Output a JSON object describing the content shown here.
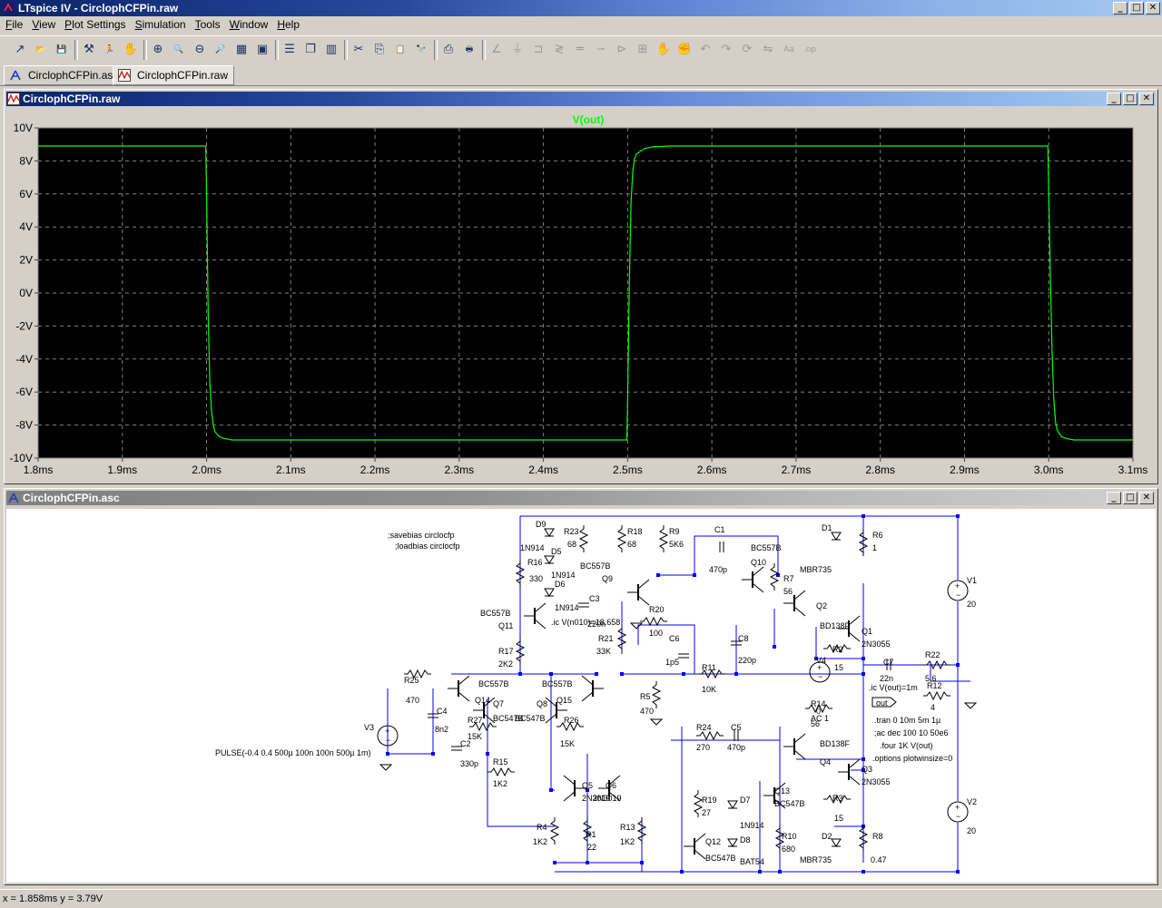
{
  "app": {
    "title": "LTspice IV - CirclophCFPin.raw"
  },
  "window_buttons": {
    "minimize": "_",
    "maximize": "□",
    "close": "✕"
  },
  "menu": [
    {
      "label": "File",
      "key": "F",
      "rest": "ile"
    },
    {
      "label": "View",
      "key": "V",
      "rest": "iew"
    },
    {
      "label": "Plot Settings",
      "key": "P",
      "rest": "lot Settings"
    },
    {
      "label": "Simulation",
      "key": "S",
      "rest": "imulation"
    },
    {
      "label": "Tools",
      "key": "T",
      "rest": "ools"
    },
    {
      "label": "Window",
      "key": "W",
      "rest": "indow"
    },
    {
      "label": "Help",
      "key": "H",
      "rest": "elp"
    }
  ],
  "toolbar_icons": [
    "new-schematic-icon",
    "open-icon",
    "save-icon",
    "control-panel-icon",
    "run-icon",
    "halt-icon",
    "zoom-in-icon",
    "zoom-pan-icon",
    "zoom-out-icon",
    "zoom-fit-icon",
    "autoscale-icon",
    "zoom-extents-icon",
    "tile-horizontal-icon",
    "cascade-icon",
    "tile-vertical-icon",
    "cut-icon",
    "copy-icon",
    "paste-icon",
    "find-icon",
    "print-setup-icon",
    "print-icon",
    "wire-icon",
    "ground-icon",
    "label-icon",
    "resistor-icon",
    "capacitor-icon",
    "inductor-icon",
    "diode-icon",
    "component-icon",
    "move-icon",
    "drag-icon",
    "undo-icon",
    "redo-icon",
    "rotate-icon",
    "mirror-icon",
    "text-icon",
    "spice-directive-icon"
  ],
  "tabs": [
    {
      "label": "CirclophCFPin.asc",
      "icon": "schematic-icon"
    },
    {
      "label": "CirclophCFPin.raw",
      "icon": "waveform-icon"
    }
  ],
  "waveform_window": {
    "title": "CirclophCFPin.raw"
  },
  "schematic_window": {
    "title": "CirclophCFPin.asc"
  },
  "chart_data": {
    "type": "line",
    "title": "V(out)",
    "xlabel": "",
    "ylabel": "",
    "xlim": [
      1.8,
      3.1
    ],
    "ylim": [
      -10,
      10
    ],
    "x_ticks": [
      "1.8ms",
      "1.9ms",
      "2.0ms",
      "2.1ms",
      "2.2ms",
      "2.3ms",
      "2.4ms",
      "2.5ms",
      "2.6ms",
      "2.7ms",
      "2.8ms",
      "2.9ms",
      "3.0ms",
      "3.1ms"
    ],
    "y_ticks": [
      "10V",
      "8V",
      "6V",
      "4V",
      "2V",
      "0V",
      "-2V",
      "-4V",
      "-6V",
      "-8V",
      "-10V"
    ],
    "grid": true,
    "background": "#000000",
    "trace_color": "#00ff00",
    "series": [
      {
        "name": "V(out)",
        "x": [
          1.8,
          1.999,
          2.0,
          2.002,
          2.004,
          2.006,
          2.008,
          2.01,
          2.015,
          2.02,
          2.03,
          2.05,
          2.1,
          2.3,
          2.499,
          2.5,
          2.502,
          2.504,
          2.506,
          2.508,
          2.51,
          2.52,
          2.53,
          2.55,
          2.7,
          2.999,
          3.0,
          3.002,
          3.004,
          3.006,
          3.008,
          3.01,
          3.015,
          3.02,
          3.03,
          3.05,
          3.1
        ],
        "y": [
          8.9,
          8.9,
          6.2,
          -1.5,
          -5.5,
          -7.2,
          -8.0,
          -8.4,
          -8.7,
          -8.8,
          -8.9,
          -8.9,
          -8.9,
          -8.9,
          -8.9,
          -6.5,
          0.5,
          5.5,
          7.3,
          8.1,
          8.4,
          8.75,
          8.85,
          8.9,
          8.9,
          8.9,
          6.2,
          0.8,
          -3.5,
          -6.4,
          -7.8,
          -8.3,
          -8.7,
          -8.8,
          -8.9,
          -8.9,
          -8.9
        ]
      }
    ]
  },
  "schematic": {
    "components": [
      {
        "id": "d9",
        "ref": "D9",
        "value": "1N914"
      },
      {
        "id": "d5",
        "ref": "D5",
        "value": "1N914"
      },
      {
        "id": "d6",
        "ref": "D6",
        "value": "1N914"
      },
      {
        "id": "r23",
        "ref": "R23",
        "value": "68"
      },
      {
        "id": "r18",
        "ref": "R18",
        "value": "68"
      },
      {
        "id": "r9",
        "ref": "R9",
        "value": "5K6"
      },
      {
        "id": "c1",
        "ref": "C1",
        "value": "470p"
      },
      {
        "id": "q10",
        "ref": "Q10",
        "value": "BC557B"
      },
      {
        "id": "d1",
        "ref": "D1",
        "value": "MBR735"
      },
      {
        "id": "r6",
        "ref": "R6",
        "value": "1"
      },
      {
        "id": "r16",
        "ref": "R16",
        "value": "330"
      },
      {
        "id": "q9",
        "ref": "Q9",
        "value": "BC557B"
      },
      {
        "id": "c3",
        "ref": "C3",
        "value": "220n"
      },
      {
        "id": "r7",
        "ref": "R7",
        "value": "56"
      },
      {
        "id": "q11",
        "ref": "Q11",
        "value": "BC557B"
      },
      {
        "id": "r20",
        "ref": "R20",
        "value": "100"
      },
      {
        "id": "q2",
        "ref": "Q2",
        "value": "BD138F"
      },
      {
        "id": "c6",
        "ref": "C6",
        "value": "1p5"
      },
      {
        "id": "c8",
        "ref": "C8",
        "value": "220p"
      },
      {
        "id": "r21",
        "ref": "R21",
        "value": "33K"
      },
      {
        "id": "q1",
        "ref": "Q1",
        "value": "2N3055"
      },
      {
        "id": "r2",
        "ref": "R2",
        "value": "15"
      },
      {
        "id": "r17",
        "ref": "R17",
        "value": "2K2"
      },
      {
        "id": "v4",
        "ref": "V4",
        "value": ""
      },
      {
        "id": "c7",
        "ref": "C7",
        "value": "22n"
      },
      {
        "id": "r22",
        "ref": "R22",
        "value": "5.6"
      },
      {
        "id": "r11",
        "ref": "R11",
        "value": "10K"
      },
      {
        "id": "r25",
        "ref": "R25",
        "value": "470"
      },
      {
        "id": "q14",
        "ref": "Q14",
        "value": "BC557B"
      },
      {
        "id": "q15",
        "ref": "Q15",
        "value": "BC557B"
      },
      {
        "id": "r5",
        "ref": "R5",
        "value": "470"
      },
      {
        "id": "r12",
        "ref": "R12",
        "value": "4"
      },
      {
        "id": "c4",
        "ref": "C4",
        "value": "8n2"
      },
      {
        "id": "q7",
        "ref": "Q7",
        "value": "BC547B"
      },
      {
        "id": "q8",
        "ref": "Q8",
        "value": "BC547B"
      },
      {
        "id": "r14",
        "ref": "R14",
        "value": "56"
      },
      {
        "id": "v3",
        "ref": "V3",
        "value": ""
      },
      {
        "id": "r27",
        "ref": "R27",
        "value": "15K"
      },
      {
        "id": "r26",
        "ref": "R26",
        "value": "15K"
      },
      {
        "id": "r24",
        "ref": "R24",
        "value": "270"
      },
      {
        "id": "c5",
        "ref": "C5",
        "value": "470p"
      },
      {
        "id": "c2",
        "ref": "C2",
        "value": "330p"
      },
      {
        "id": "q4",
        "ref": "Q4",
        "value": "BD138F"
      },
      {
        "id": "r15",
        "ref": "R15",
        "value": "1K2"
      },
      {
        "id": "q5",
        "ref": "Q5",
        "value": "2N3019"
      },
      {
        "id": "q6",
        "ref": "Q6",
        "value": "2N3019"
      },
      {
        "id": "r19",
        "ref": "R19",
        "value": "27"
      },
      {
        "id": "q13",
        "ref": "Q13",
        "value": "BC547B"
      },
      {
        "id": "d7",
        "ref": "D7",
        "value": "1N914"
      },
      {
        "id": "q3",
        "ref": "Q3",
        "value": "2N3055"
      },
      {
        "id": "r3",
        "ref": "R3",
        "value": "15"
      },
      {
        "id": "r4",
        "ref": "R4",
        "value": "1K2"
      },
      {
        "id": "r1",
        "ref": "R1",
        "value": "22"
      },
      {
        "id": "r13",
        "ref": "R13",
        "value": "1K2"
      },
      {
        "id": "q12",
        "ref": "Q12",
        "value": "BC547B"
      },
      {
        "id": "d8",
        "ref": "D8",
        "value": "BAT54"
      },
      {
        "id": "r10",
        "ref": "R10",
        "value": "680"
      },
      {
        "id": "d2",
        "ref": "D2",
        "value": "MBR735"
      },
      {
        "id": "r8",
        "ref": "R8",
        "value": "0.47"
      },
      {
        "id": "v1",
        "ref": "V1",
        "value": "20"
      },
      {
        "id": "v2",
        "ref": "V2",
        "value": "20"
      }
    ],
    "directives": {
      "savebias": ";savebias circlocfp",
      "loadbias": ";loadbias circlocfp",
      "ic_n010": ".ic V(n010)=18.658",
      "ic_out": ".ic V(out)=1m",
      "tran": ".tran 0 10m 5m 1µ",
      "ac": ";ac dec 100 10 50e6",
      "four": ".four 1K V(out)",
      "options": ".options plotwinsize=0",
      "pulse": "PULSE(-0.4 0.4 500µ 100n 100n 500µ 1m)",
      "v4_ac": "AC 1",
      "v4_val": "0",
      "out_label": "out"
    }
  },
  "status": {
    "text": "x = 1.858ms    y = 3.79V"
  }
}
